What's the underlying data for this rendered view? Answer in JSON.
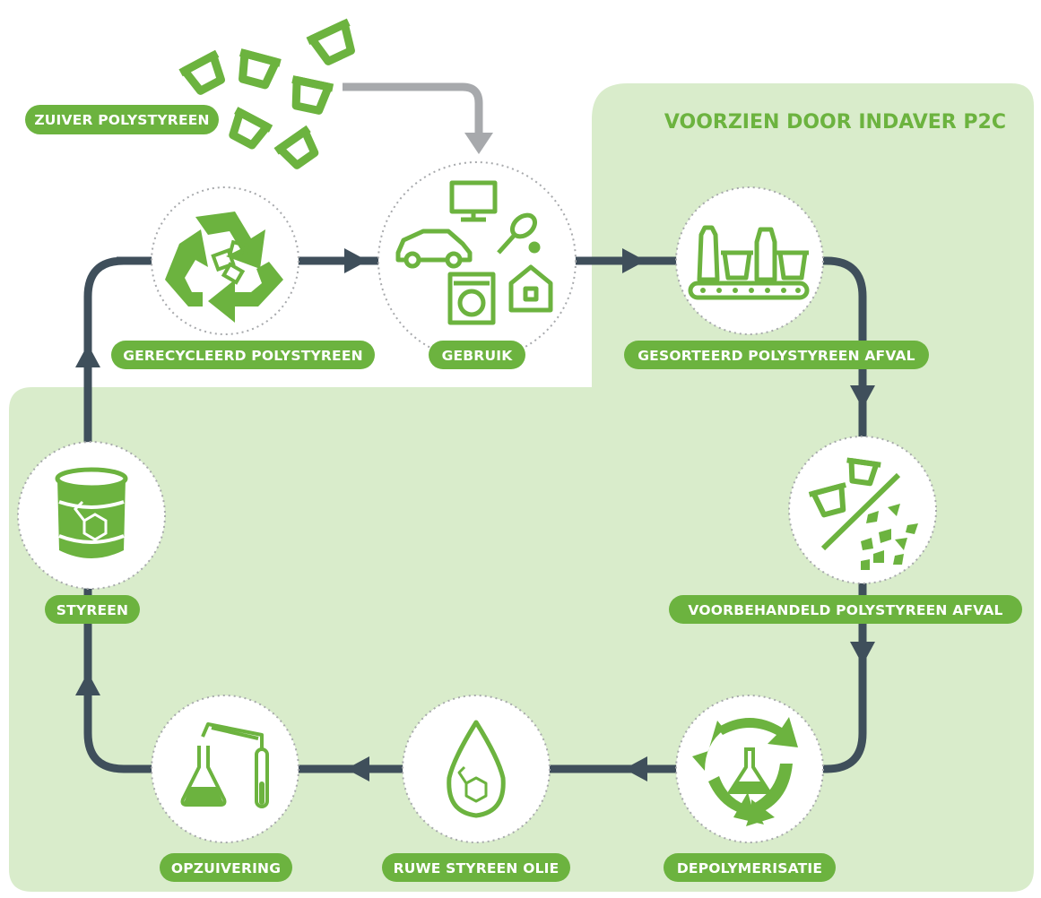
{
  "region": {
    "title": "VOORZIEN DOOR INDAVER P2C"
  },
  "source": {
    "label": "ZUIVER POLYSTYREEN"
  },
  "steps": [
    {
      "id": "recycled",
      "label": "GERECYCLEERD POLYSTYREEN",
      "icon": "recycle-icon"
    },
    {
      "id": "use",
      "label": "GEBRUIK",
      "icon": "consumer-products-icon"
    },
    {
      "id": "sorted",
      "label": "GESORTEERD POLYSTYREEN AFVAL",
      "icon": "conveyor-bottles-icon"
    },
    {
      "id": "pretreated",
      "label": "VOORBEHANDELD POLYSTYREEN AFVAL",
      "icon": "shredded-cups-icon"
    },
    {
      "id": "depoly",
      "label": "DEPOLYMERISATIE",
      "icon": "flask-cycle-icon"
    },
    {
      "id": "crude",
      "label": "RUWE STYREEN OLIE",
      "icon": "oil-drop-icon"
    },
    {
      "id": "purify",
      "label": "OPZUIVERING",
      "icon": "distillation-icon"
    },
    {
      "id": "styrene",
      "label": "STYREEN",
      "icon": "barrel-icon"
    }
  ],
  "colors": {
    "accent": "#6cb33f",
    "region_bg": "#d9eccb",
    "flow_line": "#3f4f5b",
    "feed_arrow": "#a7a9ac"
  }
}
